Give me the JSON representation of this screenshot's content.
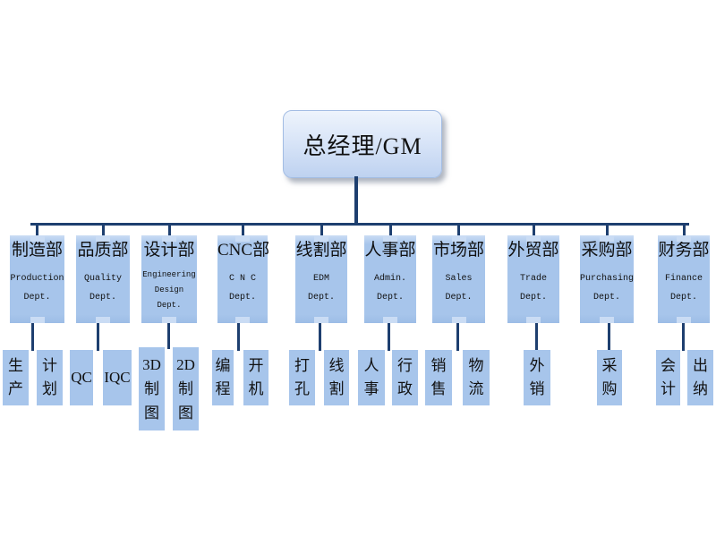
{
  "root": {
    "label": "总经理/GM"
  },
  "colors": {
    "box_fill": "#a7c5eb",
    "box_highlight": "#cadcf4",
    "connector_line": "#1e3f6f",
    "root_gradient_top": "#eef4fc",
    "root_gradient_bottom": "#bed2f0",
    "background": "#ffffff",
    "text": "#111111"
  },
  "departments": [
    {
      "zh": "制造部",
      "en": "Production\nDept.",
      "children": [
        {
          "label": "生\n产"
        },
        {
          "label": "计\n划"
        }
      ]
    },
    {
      "zh": "品质部",
      "en": "Quality\nDept.",
      "children": [
        {
          "label": "QC"
        },
        {
          "label": "IQC"
        }
      ]
    },
    {
      "zh": "设计部",
      "en": "Engineering\nDesign\nDept.",
      "children": [
        {
          "label": "3D\n制\n图"
        },
        {
          "label": "2D\n制\n图"
        }
      ]
    },
    {
      "zh": "CNC部",
      "en": "C N C\nDept.",
      "children": [
        {
          "label": "编\n程"
        },
        {
          "label": "开\n机"
        }
      ]
    },
    {
      "zh": "线割部",
      "en": "EDM\nDept.",
      "children": [
        {
          "label": "打\n孔"
        },
        {
          "label": "线\n割"
        }
      ]
    },
    {
      "zh": "人事部",
      "en": "Admin.\nDept.",
      "children": [
        {
          "label": "人\n事"
        },
        {
          "label": "行\n政"
        }
      ]
    },
    {
      "zh": "市场部",
      "en": "Sales\nDept.",
      "children": [
        {
          "label": "销\n售"
        },
        {
          "label": "物\n流"
        }
      ]
    },
    {
      "zh": "外贸部",
      "en": "Trade\nDept.",
      "children": [
        {
          "label": "外\n销"
        }
      ]
    },
    {
      "zh": "采购部",
      "en": "Purchasing\nDept.",
      "children": [
        {
          "label": "采\n购"
        }
      ]
    },
    {
      "zh": "财务部",
      "en": "Finance\nDept.",
      "children": [
        {
          "label": "会\n计"
        },
        {
          "label": "出\n纳"
        }
      ]
    }
  ]
}
